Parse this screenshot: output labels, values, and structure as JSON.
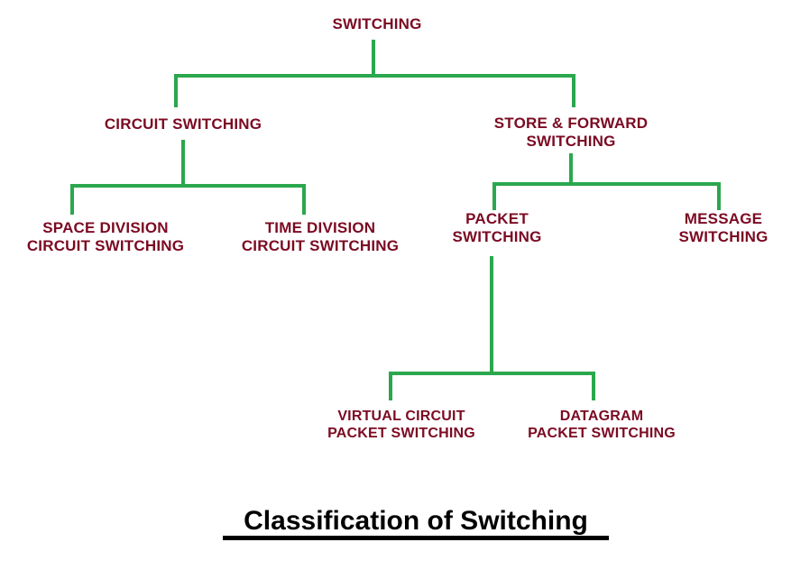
{
  "figure": {
    "title": "Classification of Switching",
    "background_color": "#ffffff",
    "node_text_color": "#7b0a22",
    "connector_color": "#2ba74d",
    "title_color": "#000000"
  },
  "tree": {
    "root": {
      "label": "SWITCHING",
      "level": 0
    },
    "level1": [
      {
        "label": "CIRCUIT SWITCHING",
        "level": 1
      },
      {
        "label": "STORE & FORWARD\nSWITCHING",
        "level": 1
      }
    ],
    "level2": [
      {
        "label": "SPACE DIVISION\nCIRCUIT SWITCHING",
        "level": 2,
        "parent": "CIRCUIT SWITCHING"
      },
      {
        "label": "TIME DIVISION\nCIRCUIT SWITCHING",
        "level": 2,
        "parent": "CIRCUIT SWITCHING"
      },
      {
        "label": "PACKET\nSWITCHING",
        "level": 2,
        "parent": "STORE & FORWARD SWITCHING"
      },
      {
        "label": "MESSAGE\nSWITCHING",
        "level": 2,
        "parent": "STORE & FORWARD SWITCHING"
      }
    ],
    "level3": [
      {
        "label": "VIRTUAL CIRCUIT\nPACKET SWITCHING",
        "level": 3,
        "parent": "PACKET SWITCHING"
      },
      {
        "label": "DATAGRAM\nPACKET SWITCHING",
        "level": 3,
        "parent": "PACKET SWITCHING"
      }
    ]
  }
}
